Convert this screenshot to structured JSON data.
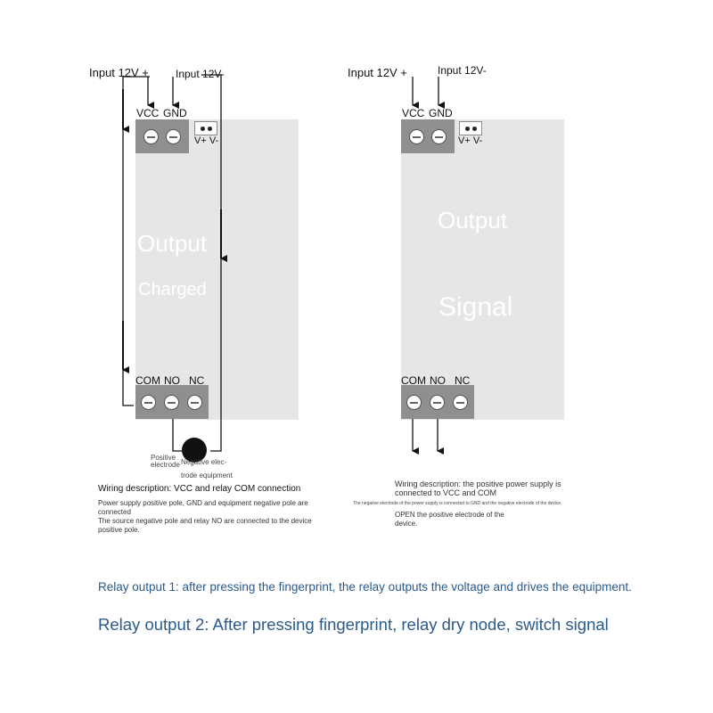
{
  "left_diagram": {
    "input_pos": "Input 12V +",
    "input_neg": "Input 12V-",
    "vcc": "VCC",
    "gnd": "GND",
    "vplus_vminus": "V+ V-",
    "output_text": "Output",
    "charged_text": "Charged",
    "com": "COM",
    "no": "NO",
    "nc": "NC",
    "positive_electrode": "Positive electrode",
    "negative_electrode": "Negative elec- trode equipment",
    "wiring_title": "Wiring description: VCC and relay COM connection",
    "wiring_line2": "Power supply positive pole, GND and equipment negative pole are connected",
    "wiring_line3": "The source negative pole and relay NO are connected to the device positive pole."
  },
  "right_diagram": {
    "input_pos": "Input 12V +",
    "input_neg": "Input 12V-",
    "vcc": "VCC",
    "gnd": "GND",
    "vplus_vminus": "V+ V-",
    "output_text": "Output",
    "signal_text": "Signal",
    "com": "COM",
    "no": "NO",
    "nc": "NC",
    "wiring_title": "Wiring description: the positive power supply is connected to VCC and COM",
    "wiring_line2": "The negative electrode of the power supply is connected to GND and the negative electrode of the device,",
    "wiring_line3": "OPEN the positive electrode of the device."
  },
  "captions": {
    "relay1": "Relay output 1: after pressing the fingerprint, the relay outputs the voltage and drives the equipment.",
    "relay2": "Relay output 2: After pressing fingerprint, relay dry node, switch signal"
  },
  "colors": {
    "board": "#e6e6e6",
    "terminal": "#8f8f8f",
    "caption": "#2a5a8a"
  }
}
